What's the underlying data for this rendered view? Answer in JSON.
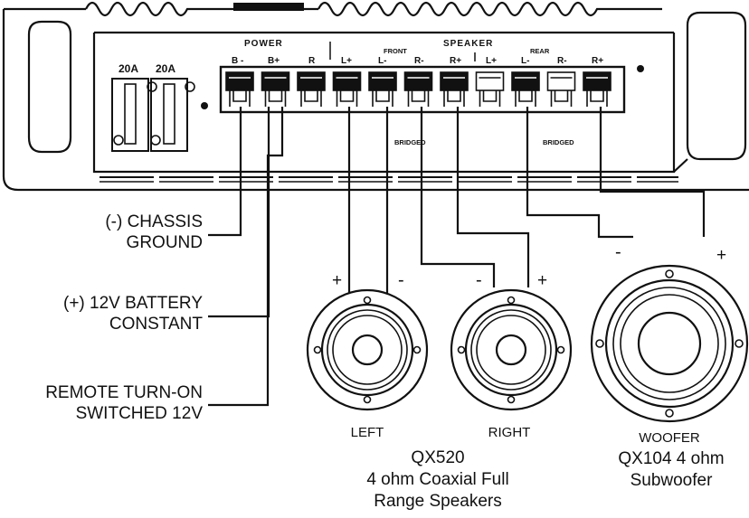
{
  "amplifier": {
    "fuses": [
      "20A",
      "20A"
    ],
    "group_power": "POWER",
    "group_speaker": "SPEAKER",
    "group_front": "FRONT",
    "group_rear": "REAR",
    "terminals": [
      "B -",
      "B+",
      "R",
      "L+",
      "L-",
      "R-",
      "R+",
      "L+",
      "L-",
      "R-",
      "R+"
    ],
    "bridged_front": "BRIDGED",
    "bridged_rear": "BRIDGED"
  },
  "wiring_labels": {
    "ground_line1": "(-) CHASSIS",
    "ground_line2": "GROUND",
    "battery_line1": "(+) 12V BATTERY",
    "battery_line2": "CONSTANT",
    "remote_line1": "REMOTE TURN-ON",
    "remote_line2": "SWITCHED 12V"
  },
  "speakers": {
    "left_label": "LEFT",
    "right_label": "RIGHT",
    "woofer_label": "WOOFER",
    "coax_line1": "QX520",
    "coax_line2": "4 ohm Coaxial Full",
    "coax_line3": "Range Speakers",
    "sub_line1": "QX104 4 ohm",
    "sub_line2": "Subwoofer",
    "plus": "+",
    "minus": "-"
  }
}
